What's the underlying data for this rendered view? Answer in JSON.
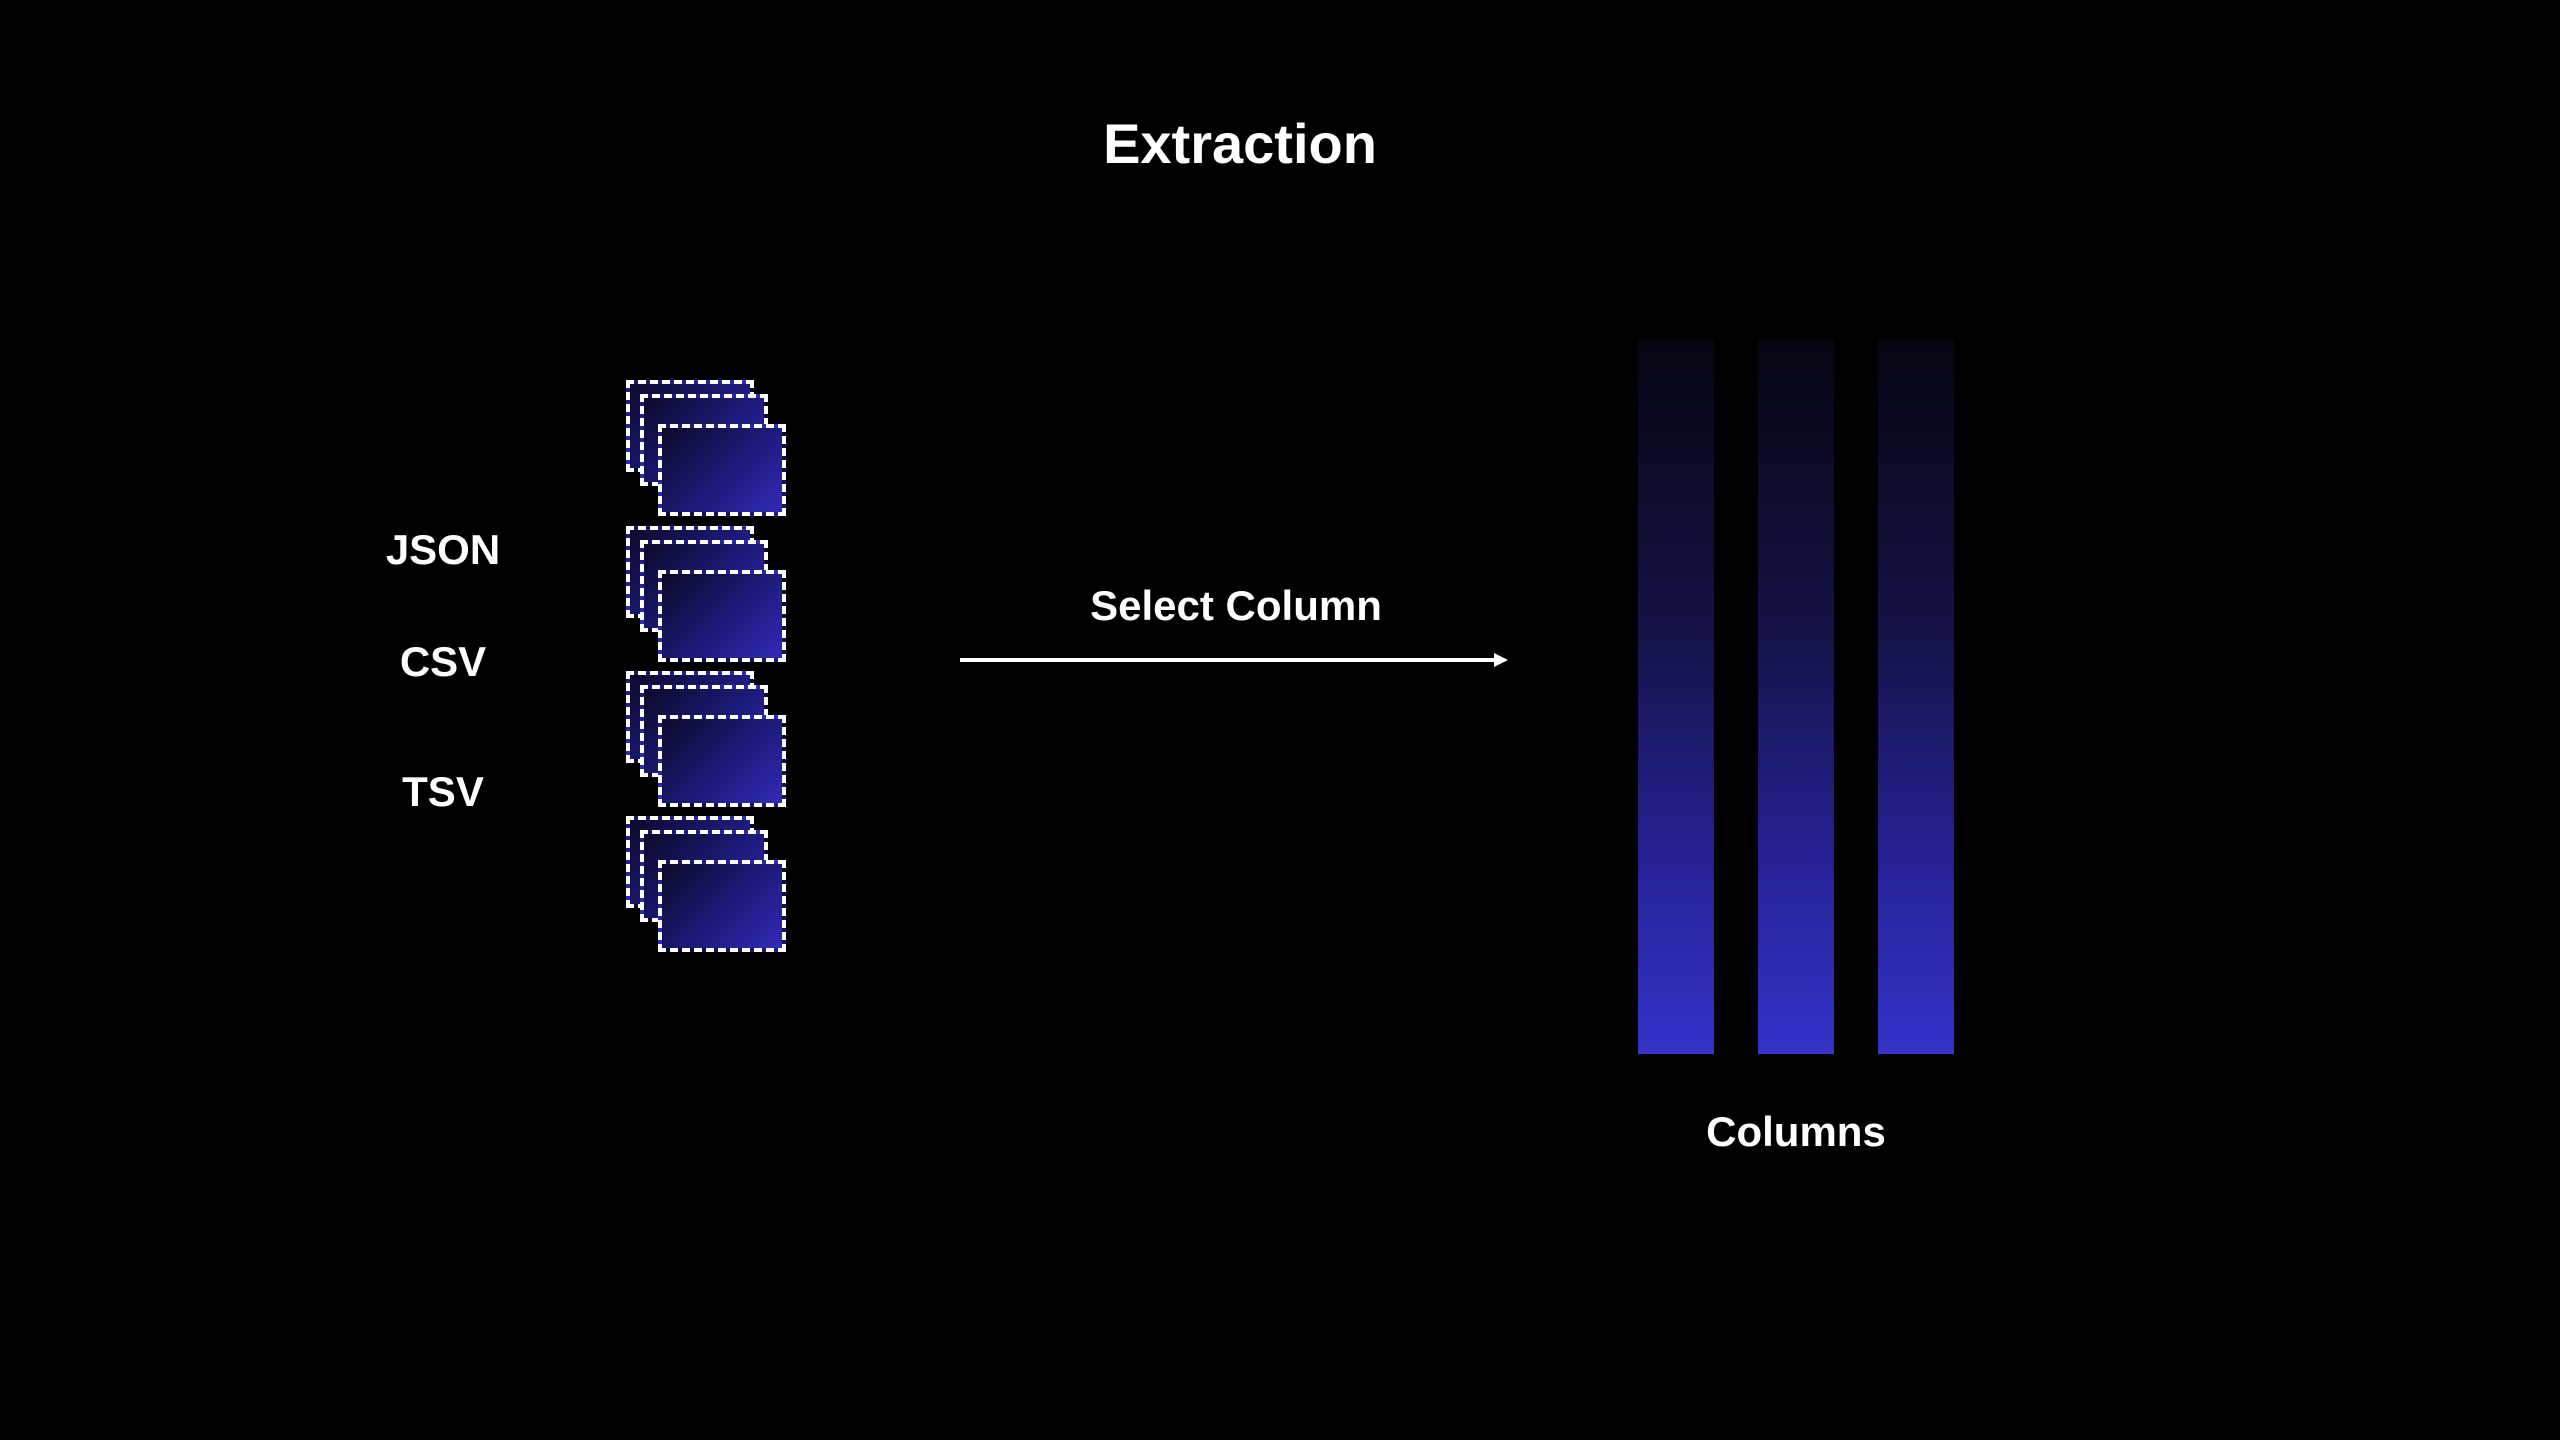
{
  "title": "Extraction",
  "formats": [
    "JSON",
    "CSV",
    "TSV"
  ],
  "arrow_label": "Select Column",
  "output_label": "Columns",
  "file_stack_count": 4,
  "column_count": 3,
  "colors": {
    "background": "#000000",
    "text": "#ffffff",
    "accent": "#3432c8"
  }
}
